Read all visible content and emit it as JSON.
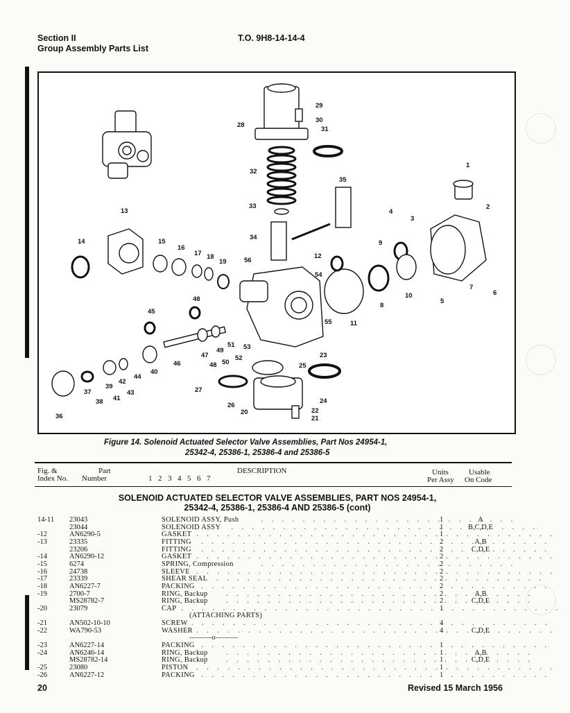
{
  "header": {
    "section": "Section II",
    "subtitle": "Group Assembly Parts List",
    "to_number": "T.O. 9H8-14-14-4"
  },
  "figure": {
    "callouts": [
      "1",
      "2",
      "3",
      "4",
      "5",
      "6",
      "7",
      "8",
      "9",
      "10",
      "11",
      "12",
      "13",
      "14",
      "15",
      "16",
      "17",
      "18",
      "19",
      "20",
      "21",
      "22",
      "23",
      "24",
      "25",
      "26",
      "27",
      "28",
      "29",
      "30",
      "31",
      "32",
      "33",
      "34",
      "35",
      "36",
      "37",
      "38",
      "39",
      "40",
      "41",
      "42",
      "43",
      "44",
      "45",
      "46",
      "47",
      "48",
      "48",
      "49",
      "50",
      "51",
      "52",
      "53",
      "54",
      "55",
      "56"
    ],
    "caption_line1": "Figure 14.   Solenoid Actuated Selector Valve Assemblies, Part Nos 24954-1,",
    "caption_line2": "25342-4, 25386-1, 25386-4 and 25386-5"
  },
  "columns": {
    "fig_index_l1": "Fig. &",
    "fig_index_l2": "Index No.",
    "part_l1": "Part",
    "part_l2": "Number",
    "levels": "1  2  3  4  5  6  7",
    "description": "DESCRIPTION",
    "units_l1": "Units",
    "units_l2": "Per Assy",
    "usable_l1": "Usable",
    "usable_l2": "On Code"
  },
  "section_title_l1": "SOLENOID ACTUATED SELECTOR VALVE ASSEMBLIES, PART NOS 24954-1,",
  "section_title_l2": "25342-4, 25386-1, 25386-4 AND 25386-5 (cont)",
  "rows": [
    {
      "fig": "14-11",
      "pn": "23043",
      "desc": "SOLENOID ASSY, Push",
      "units": "1",
      "code": "A"
    },
    {
      "fig": "",
      "pn": "23044",
      "desc": "SOLENOID ASSY",
      "units": "1",
      "code": "B,C,D,E"
    },
    {
      "fig": "-12",
      "pn": "AN6290-5",
      "desc": "GASKET",
      "units": "1",
      "code": ""
    },
    {
      "fig": "-13",
      "pn": "23335",
      "desc": "FITTING",
      "units": "2",
      "code": "A,B"
    },
    {
      "fig": "",
      "pn": "23206",
      "desc": "FITTING",
      "units": "2",
      "code": "C,D,E"
    },
    {
      "fig": "-14",
      "pn": "AN6290-12",
      "desc": "GASKET",
      "units": "2",
      "code": ""
    },
    {
      "fig": "-15",
      "pn": "6274",
      "desc": "SPRING, Compression",
      "units": "2",
      "code": ""
    },
    {
      "fig": "-16",
      "pn": "24738",
      "desc": "SLEEVE",
      "units": "2",
      "code": ""
    },
    {
      "fig": "-17",
      "pn": "23339",
      "desc": "SHEAR SEAL",
      "units": "2",
      "code": ""
    },
    {
      "fig": "-18",
      "pn": "AN6227-7",
      "desc": "PACKING",
      "units": "2",
      "code": ""
    },
    {
      "fig": "-19",
      "pn": "2700-7",
      "desc": "RING, Backup",
      "units": "2",
      "code": "A,B"
    },
    {
      "fig": "",
      "pn": "MS28782-7",
      "desc": "RING, Backup",
      "units": "2",
      "code": "C,D,E"
    },
    {
      "fig": "-20",
      "pn": "23079",
      "desc": "CAP",
      "units": "1",
      "code": ""
    },
    {
      "fig": "",
      "pn": "",
      "desc": "(ATTACHING PARTS)",
      "units": "",
      "code": "",
      "indent": true
    },
    {
      "fig": "-21",
      "pn": "AN502-10-10",
      "desc": "SCREW",
      "units": "4",
      "code": ""
    },
    {
      "fig": "-22",
      "pn": "WA790-53",
      "desc": "WASHER",
      "units": "4",
      "code": "C,D,E"
    },
    {
      "fig": "",
      "pn": "",
      "desc": "———o———",
      "units": "",
      "code": "",
      "indent": true
    },
    {
      "fig": "-23",
      "pn": "AN6227-14",
      "desc": "PACKING",
      "units": "1",
      "code": ""
    },
    {
      "fig": "-24",
      "pn": "AN6246-14",
      "desc": "RING, Backup",
      "units": "1",
      "code": "A,B"
    },
    {
      "fig": "",
      "pn": "MS28782-14",
      "desc": "RING, Backup",
      "units": "1",
      "code": "C,D,E"
    },
    {
      "fig": "-25",
      "pn": "23080",
      "desc": "PISTON",
      "units": "1",
      "code": ""
    },
    {
      "fig": "-26",
      "pn": "AN6227-12",
      "desc": "PACKING",
      "units": "1",
      "code": ""
    }
  ],
  "footer": {
    "page": "20",
    "revised": "Revised 15 March 1956"
  }
}
